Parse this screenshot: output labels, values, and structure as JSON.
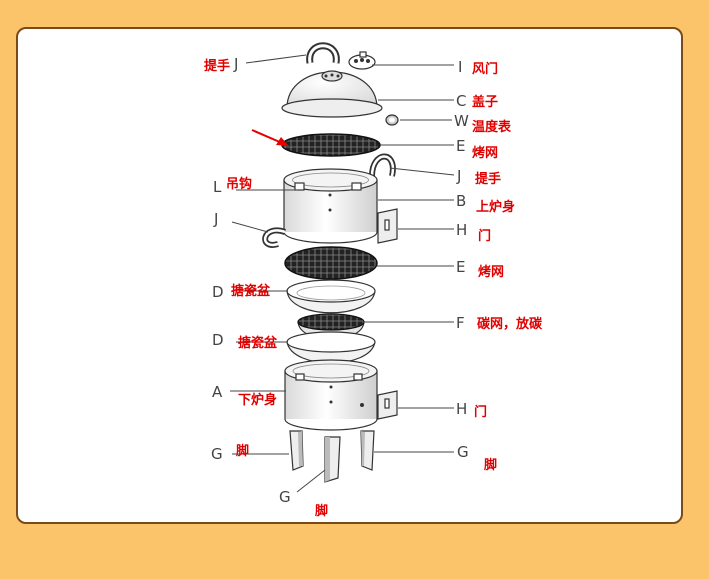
{
  "colors": {
    "background": "#fbc46a",
    "panel_border": "#7a4a18",
    "label_red": "#e10000",
    "arrow_red": "#e60000"
  },
  "letters": {
    "handle_top": "J",
    "vent": "I",
    "lid": "C",
    "thermometer": "W",
    "grill_top": "E",
    "handle_right": "J",
    "hook": "L",
    "upper_body": "B",
    "handle_left": "J",
    "door_upper": "H",
    "grill_mid": "E",
    "pan_upper": "D",
    "charcoal_grate": "F",
    "pan_lower": "D",
    "lower_body": "A",
    "door_lower": "H",
    "leg_left": "G",
    "leg_right": "G",
    "leg_center": "G"
  },
  "labels_cn": {
    "handle_top": "提手",
    "vent": "风门",
    "lid": "盖子",
    "thermometer": "温度表",
    "grill_top": "烤网",
    "handle_right": "提手",
    "hook": "吊钩",
    "upper_body": "上炉身",
    "door_upper": "门",
    "grill_mid": "烤网",
    "pan_upper": "搪瓷盆",
    "charcoal_grate": "碳网，放碳",
    "pan_lower": "搪瓷盆",
    "lower_body": "下炉身",
    "door_lower": "门",
    "leg_left": "脚",
    "leg_right": "脚",
    "leg_center": "脚"
  }
}
